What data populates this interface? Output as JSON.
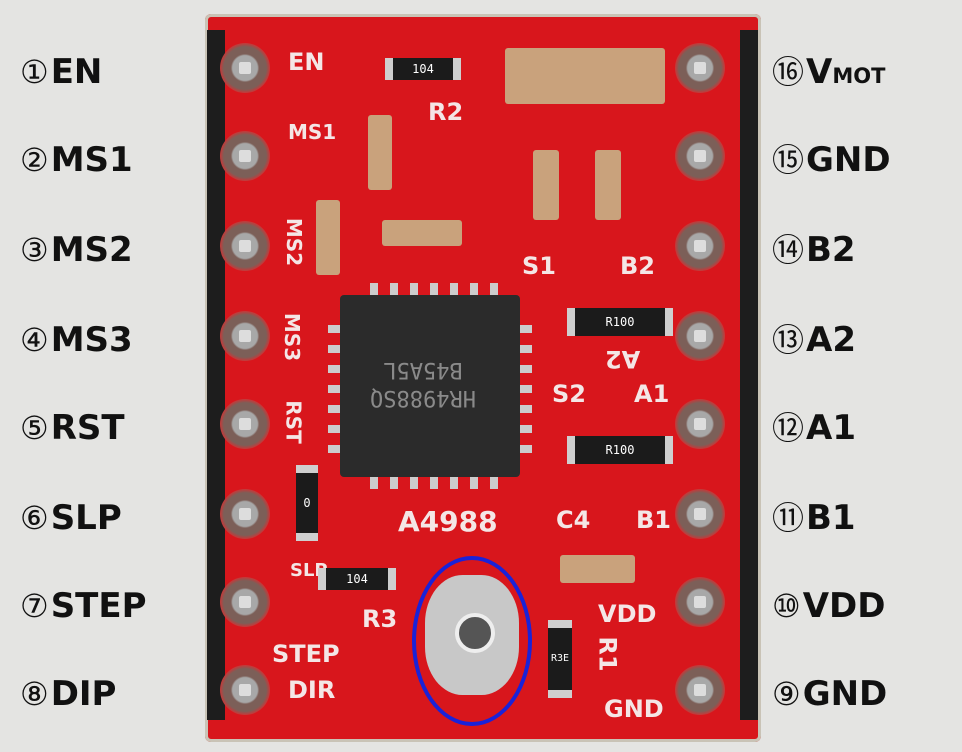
{
  "left_pins": [
    {
      "num": "①",
      "name": "EN"
    },
    {
      "num": "②",
      "name": "MS1"
    },
    {
      "num": "③",
      "name": "MS2"
    },
    {
      "num": "④",
      "name": "MS3"
    },
    {
      "num": "⑤",
      "name": "RST"
    },
    {
      "num": "⑥",
      "name": "SLP"
    },
    {
      "num": "⑦",
      "name": "STEP"
    },
    {
      "num": "⑧",
      "name": "DIP"
    }
  ],
  "right_pins": [
    {
      "num": "⑯",
      "name": "V",
      "sub": "MOT"
    },
    {
      "num": "⑮",
      "name": "GND"
    },
    {
      "num": "⑭",
      "name": "B2"
    },
    {
      "num": "⑬",
      "name": "A2"
    },
    {
      "num": "⑫",
      "name": "A1"
    },
    {
      "num": "⑪",
      "name": "B1"
    },
    {
      "num": "⑩",
      "name": "VDD"
    },
    {
      "num": "⑨",
      "name": "GND"
    }
  ],
  "board": {
    "chip_model": "A4988",
    "chip_marking": [
      "HR4988SQ",
      "B45A5L"
    ],
    "silk": {
      "en": "EN",
      "ms1": "MS1",
      "ms2": "MS2",
      "ms3": "MS3",
      "rst": "RST",
      "slp": "SLP",
      "step": "STEP",
      "dir": "DIR",
      "r1": "R1",
      "r2": "R2",
      "r3": "R3",
      "s1": "S1",
      "s2": "S2",
      "b2": "B2",
      "a2": "A2",
      "a1": "A1",
      "b1": "B1",
      "c4": "C4",
      "vdd": "VDD",
      "gnd": "GND"
    },
    "resistor_codes": {
      "r2": "104",
      "rs1": "R100",
      "rs2": "R100",
      "r3": "104",
      "r_zero": "0",
      "r1": "R3E"
    }
  },
  "colors": {
    "board": "#d8161c",
    "highlight_ring": "#1a22d8",
    "background": "#e4e4e2"
  }
}
